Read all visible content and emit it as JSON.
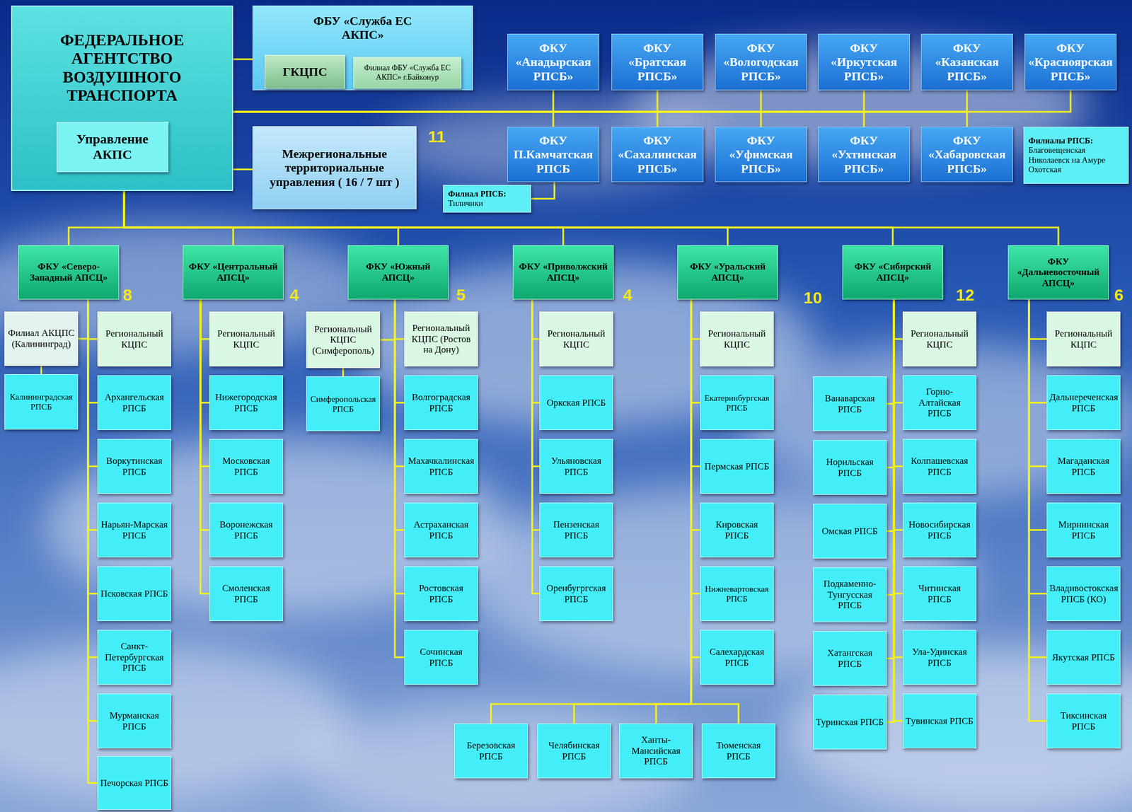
{
  "diagram": {
    "nodes": [
      {
        "text": [
          "ФЕДЕРАЛЬНОЕ АГЕНТСТВО ВОЗДУШНОГО ТРАНСПОРТА"
        ]
      },
      {
        "text": [
          "Управление АКПС"
        ],
        "in": 0
      },
      {
        "text": [
          "ФБУ «Служба ЕС АКПС»"
        ]
      },
      {
        "text": [
          "ГКЦПС"
        ],
        "in": 2
      },
      {
        "text": [
          "Филиал ФБУ «Служба ЕС АКПС» г.Байконур"
        ],
        "in": 2
      },
      {
        "text": [
          "Межрегиональные территориальные управления ( 16 / 7 шт )"
        ]
      },
      {
        "text": [
          "ФКУ «Анадырская РПСБ»"
        ]
      },
      {
        "text": [
          "ФКУ «Братская РПСБ»"
        ]
      },
      {
        "text": [
          "ФКУ «Вологодская РПСБ»"
        ]
      },
      {
        "text": [
          "ФКУ «Иркутская РПСБ»"
        ]
      },
      {
        "text": [
          "ФКУ «Казанская РПСБ»"
        ]
      },
      {
        "text": [
          "ФКУ «Красноярская РПСБ»"
        ]
      },
      {
        "text": [
          "ФКУ П.Камчатская РПСБ"
        ]
      },
      {
        "text": [
          "ФКУ «Сахалинская РПСБ»"
        ]
      },
      {
        "text": [
          "ФКУ «Уфимская РПСБ»"
        ]
      },
      {
        "text": [
          "ФКУ «Ухтинская РПСБ»"
        ]
      },
      {
        "text": [
          "ФКУ «Хабаровская РПСБ»"
        ]
      },
      {
        "text": [
          "Филиалы РПСБ:",
          "Благовещенская Николаевск на Амуре Охотская"
        ]
      },
      {
        "text": [
          "Филиал РПСБ:",
          "Тиличики"
        ]
      },
      {
        "text": [
          "ФКУ «Северо-Западный АПСЦ»"
        ]
      },
      {
        "text": [
          "ФКУ «Центральный АПСЦ»"
        ]
      },
      {
        "text": [
          "ФКУ «Южный АПСЦ»"
        ]
      },
      {
        "text": [
          "ФКУ «Приволжский АПСЦ»"
        ]
      },
      {
        "text": [
          "ФКУ «Уральский АПСЦ»"
        ]
      },
      {
        "text": [
          "ФКУ «Сибирский АПСЦ»"
        ]
      },
      {
        "text": [
          "ФКУ «Дальневосточный АПСЦ»"
        ]
      },
      {
        "text": [
          "Филиал АКЦПС (Калининград)"
        ]
      },
      {
        "text": [
          "Калининградская РПСБ"
        ]
      },
      {
        "text": [
          "Региональный КЦПС"
        ]
      },
      {
        "text": [
          "Архангельская РПСБ"
        ]
      },
      {
        "text": [
          "Воркутинская РПСБ"
        ]
      },
      {
        "text": [
          "Нарьян-Марская РПСБ"
        ]
      },
      {
        "text": [
          "Псковская РПСБ"
        ]
      },
      {
        "text": [
          "Санкт-Петербургская РПСБ"
        ]
      },
      {
        "text": [
          "Мурманская РПСБ"
        ]
      },
      {
        "text": [
          "Печорская РПСБ"
        ]
      },
      {
        "text": [
          "Региональный КЦПС"
        ]
      },
      {
        "text": [
          "Нижегородская РПСБ"
        ]
      },
      {
        "text": [
          "Московская РПСБ"
        ]
      },
      {
        "text": [
          "Воронежская РПСБ"
        ]
      },
      {
        "text": [
          "Смоленская РПСБ"
        ]
      },
      {
        "text": [
          "Региональный КЦПС (Симферополь)"
        ]
      },
      {
        "text": [
          "Симферопольская РПСБ"
        ]
      },
      {
        "text": [
          "Региональный КЦПС (Ростов на Дону)"
        ]
      },
      {
        "text": [
          "Волгоградская РПСБ"
        ]
      },
      {
        "text": [
          "Махачкалинская РПСБ"
        ]
      },
      {
        "text": [
          "Астраханская РПСБ"
        ]
      },
      {
        "text": [
          "Ростовская РПСБ"
        ]
      },
      {
        "text": [
          "Сочинская РПСБ"
        ]
      },
      {
        "text": [
          "Региональный КЦПС"
        ]
      },
      {
        "text": [
          "Оркская РПСБ"
        ]
      },
      {
        "text": [
          "Ульяновская РПСБ"
        ]
      },
      {
        "text": [
          "Пензенская РПСБ"
        ]
      },
      {
        "text": [
          "Оренбугргская РПСБ"
        ]
      },
      {
        "text": [
          "Региональный КЦПС"
        ]
      },
      {
        "text": [
          "Екатеринбургская РПСБ"
        ]
      },
      {
        "text": [
          "Пермская РПСБ"
        ]
      },
      {
        "text": [
          "Кировская РПСБ"
        ]
      },
      {
        "text": [
          "Нижневартовская РПСБ"
        ]
      },
      {
        "text": [
          "Салехардская РПСБ"
        ]
      },
      {
        "text": [
          "Березовская РПСБ"
        ]
      },
      {
        "text": [
          "Челябинская РПСБ"
        ]
      },
      {
        "text": [
          "Ханты-Мансийская РПСБ"
        ]
      },
      {
        "text": [
          "Тюменская РПСБ"
        ]
      },
      {
        "text": [
          "Региональный КЦПС"
        ]
      },
      {
        "text": [
          "Ванаварская РПСБ"
        ]
      },
      {
        "text": [
          "Норильская РПСБ"
        ]
      },
      {
        "text": [
          "Омская РПСБ"
        ]
      },
      {
        "text": [
          "Подкаменно-Тунгусская РПСБ"
        ]
      },
      {
        "text": [
          "Хатангская РПСБ"
        ]
      },
      {
        "text": [
          "Туринская РПСБ"
        ]
      },
      {
        "text": [
          "Горно-Алтайская РПСБ"
        ]
      },
      {
        "text": [
          "Колпашевская РПСБ"
        ]
      },
      {
        "text": [
          "Новосибирская РПСБ"
        ]
      },
      {
        "text": [
          "Читинская РПСБ"
        ]
      },
      {
        "text": [
          "Ула-Удинская РПСБ"
        ]
      },
      {
        "text": [
          "Тувинская РПСБ"
        ]
      },
      {
        "text": [
          "Региональный КЦПС"
        ]
      },
      {
        "text": [
          "Дальнереченская РПСБ"
        ]
      },
      {
        "text": [
          "Магаданская РПСБ"
        ]
      },
      {
        "text": [
          "Мирнинская РПСБ"
        ]
      },
      {
        "text": [
          "Владивостокская РПСБ (КО)"
        ]
      },
      {
        "text": [
          "Якутская РПСБ"
        ]
      },
      {
        "text": [
          "Тиксинская РПСБ"
        ]
      }
    ],
    "edges": [
      {
        "from": 0,
        "to": 2,
        "arrow": "none"
      },
      {
        "from": 0,
        "to": 5,
        "arrow": "none"
      },
      {
        "from": 0,
        "to": 6,
        "arrow": "none"
      },
      {
        "from": 0,
        "to": 7,
        "arrow": "none"
      },
      {
        "from": 0,
        "to": 8,
        "arrow": "none"
      },
      {
        "from": 0,
        "to": 9,
        "arrow": "none"
      },
      {
        "from": 0,
        "to": 10,
        "arrow": "none"
      },
      {
        "from": 0,
        "to": 11,
        "arrow": "none"
      },
      {
        "from": 0,
        "to": 12,
        "arrow": "none"
      },
      {
        "from": 0,
        "to": 13,
        "arrow": "none"
      },
      {
        "from": 0,
        "to": 14,
        "arrow": "none"
      },
      {
        "from": 0,
        "to": 15,
        "arrow": "none"
      },
      {
        "from": 0,
        "to": 16,
        "arrow": "none"
      },
      {
        "from": 12,
        "to": 18,
        "arrow": "none"
      },
      {
        "from": 0,
        "to": 19,
        "arrow": "none"
      },
      {
        "from": 0,
        "to": 20,
        "arrow": "none"
      },
      {
        "from": 0,
        "to": 21,
        "arrow": "none"
      },
      {
        "from": 0,
        "to": 22,
        "arrow": "none"
      },
      {
        "from": 0,
        "to": 23,
        "arrow": "none"
      },
      {
        "from": 0,
        "to": 24,
        "arrow": "none"
      },
      {
        "from": 0,
        "to": 25,
        "arrow": "none"
      },
      {
        "from": 19,
        "to": 26,
        "arrow": "none"
      },
      {
        "from": 26,
        "to": 27,
        "arrow": "none"
      },
      {
        "from": 19,
        "to": 28,
        "arrow": "none"
      },
      {
        "from": 19,
        "to": 29,
        "arrow": "none"
      },
      {
        "from": 19,
        "to": 30,
        "arrow": "none"
      },
      {
        "from": 19,
        "to": 31,
        "arrow": "none"
      },
      {
        "from": 19,
        "to": 32,
        "arrow": "none"
      },
      {
        "from": 19,
        "to": 33,
        "arrow": "none"
      },
      {
        "from": 19,
        "to": 34,
        "arrow": "none"
      },
      {
        "from": 19,
        "to": 35,
        "arrow": "none"
      },
      {
        "from": 20,
        "to": 36,
        "arrow": "none"
      },
      {
        "from": 20,
        "to": 37,
        "arrow": "none"
      },
      {
        "from": 20,
        "to": 38,
        "arrow": "none"
      },
      {
        "from": 20,
        "to": 39,
        "arrow": "none"
      },
      {
        "from": 20,
        "to": 40,
        "arrow": "none"
      },
      {
        "from": 21,
        "to": 41,
        "arrow": "none"
      },
      {
        "from": 41,
        "to": 42,
        "arrow": "none"
      },
      {
        "from": 21,
        "to": 43,
        "arrow": "none"
      },
      {
        "from": 21,
        "to": 44,
        "arrow": "none"
      },
      {
        "from": 21,
        "to": 45,
        "arrow": "none"
      },
      {
        "from": 21,
        "to": 46,
        "arrow": "none"
      },
      {
        "from": 21,
        "to": 47,
        "arrow": "none"
      },
      {
        "from": 21,
        "to": 48,
        "arrow": "none"
      },
      {
        "from": 22,
        "to": 49,
        "arrow": "none"
      },
      {
        "from": 22,
        "to": 50,
        "arrow": "none"
      },
      {
        "from": 22,
        "to": 51,
        "arrow": "none"
      },
      {
        "from": 22,
        "to": 52,
        "arrow": "none"
      },
      {
        "from": 22,
        "to": 53,
        "arrow": "none"
      },
      {
        "from": 23,
        "to": 54,
        "arrow": "none"
      },
      {
        "from": 23,
        "to": 55,
        "arrow": "none"
      },
      {
        "from": 23,
        "to": 56,
        "arrow": "none"
      },
      {
        "from": 23,
        "to": 57,
        "arrow": "none"
      },
      {
        "from": 23,
        "to": 58,
        "arrow": "none"
      },
      {
        "from": 23,
        "to": 59,
        "arrow": "none"
      },
      {
        "from": 23,
        "to": 60,
        "arrow": "none"
      },
      {
        "from": 23,
        "to": 61,
        "arrow": "none"
      },
      {
        "from": 23,
        "to": 62,
        "arrow": "none"
      },
      {
        "from": 23,
        "to": 63,
        "arrow": "none"
      },
      {
        "from": 24,
        "to": 64,
        "arrow": "none"
      },
      {
        "from": 24,
        "to": 65,
        "arrow": "none"
      },
      {
        "from": 24,
        "to": 66,
        "arrow": "none"
      },
      {
        "from": 24,
        "to": 67,
        "arrow": "none"
      },
      {
        "from": 24,
        "to": 68,
        "arrow": "none"
      },
      {
        "from": 24,
        "to": 69,
        "arrow": "none"
      },
      {
        "from": 24,
        "to": 70,
        "arrow": "none"
      },
      {
        "from": 24,
        "to": 71,
        "arrow": "none"
      },
      {
        "from": 24,
        "to": 72,
        "arrow": "none"
      },
      {
        "from": 24,
        "to": 73,
        "arrow": "none"
      },
      {
        "from": 24,
        "to": 74,
        "arrow": "none"
      },
      {
        "from": 24,
        "to": 75,
        "arrow": "none"
      },
      {
        "from": 24,
        "to": 76,
        "arrow": "none"
      },
      {
        "from": 25,
        "to": 77,
        "arrow": "none"
      },
      {
        "from": 25,
        "to": 78,
        "arrow": "none"
      },
      {
        "from": 25,
        "to": 79,
        "arrow": "none"
      },
      {
        "from": 25,
        "to": 80,
        "arrow": "none"
      },
      {
        "from": 25,
        "to": 81,
        "arrow": "none"
      },
      {
        "from": 25,
        "to": 82,
        "arrow": "none"
      },
      {
        "from": 25,
        "to": 83,
        "arrow": "none"
      }
    ],
    "labels": [
      "11",
      "8",
      "4",
      "5",
      "4",
      "10",
      "12",
      "6"
    ]
  }
}
